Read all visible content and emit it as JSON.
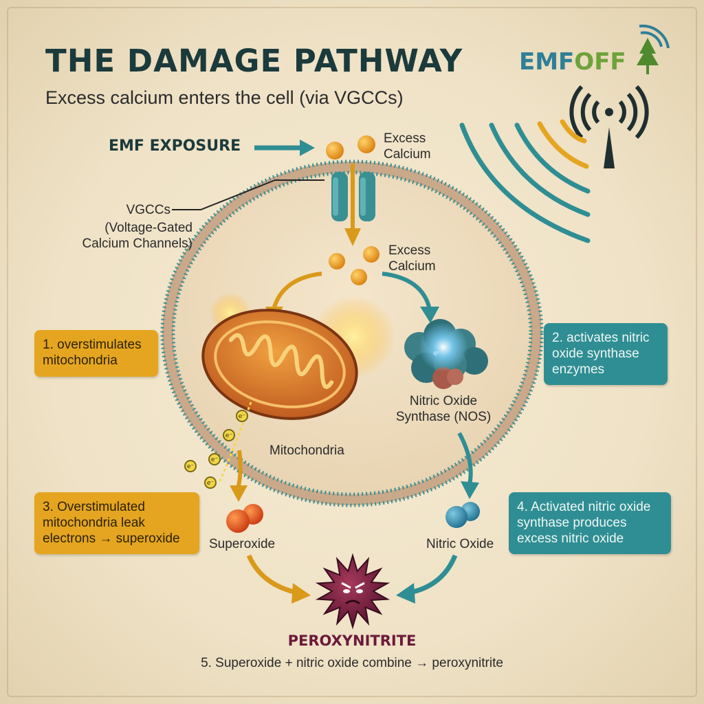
{
  "title": "THE DAMAGE PATHWAY",
  "subtitle": "Excess calcium enters the cell (via VGCCs)",
  "logo": {
    "part1": "EMF",
    "part2": "OFF"
  },
  "emf_exposure": "EMF EXPOSURE",
  "labels": {
    "excess_calcium_top_1": "Excess",
    "excess_calcium_top_2": "Calcium",
    "vgcc_1": "VGCCs",
    "vgcc_2": "(Voltage-Gated",
    "vgcc_3": "Calcium Channels)",
    "excess_calcium_inner_1": "Excess",
    "excess_calcium_inner_2": "Calcium",
    "mitochondria": "Mitochondria",
    "nos_1": "Nitric Oxide",
    "nos_2": "Synthase (NOS)",
    "superoxide": "Superoxide",
    "nitric_oxide": "Nitric Oxide",
    "electron": "e⁻"
  },
  "boxes": {
    "step1": [
      "1. overstimulates",
      "mitochondria"
    ],
    "step2": [
      "2. activates nitric",
      "oxide synthase",
      "enzymes"
    ],
    "step3": [
      "3. Overstimulated",
      "mitochondria leak",
      "electrons → superoxide"
    ],
    "step4": [
      "4. Activated nitric oxide",
      "synthase produces",
      "excess nitric oxide"
    ]
  },
  "peroxynitrite": "PEROXYNITRITE",
  "step5": "5. Superoxide + nitric oxide combine → peroxynitrite",
  "colors": {
    "title": "#1b3a3c",
    "teal": "#2f8e93",
    "orange": "#e5a520",
    "calcium": "#e9951a",
    "mitochondria": "#d86a1e",
    "peroxynitrite": "#6b1a3a"
  }
}
